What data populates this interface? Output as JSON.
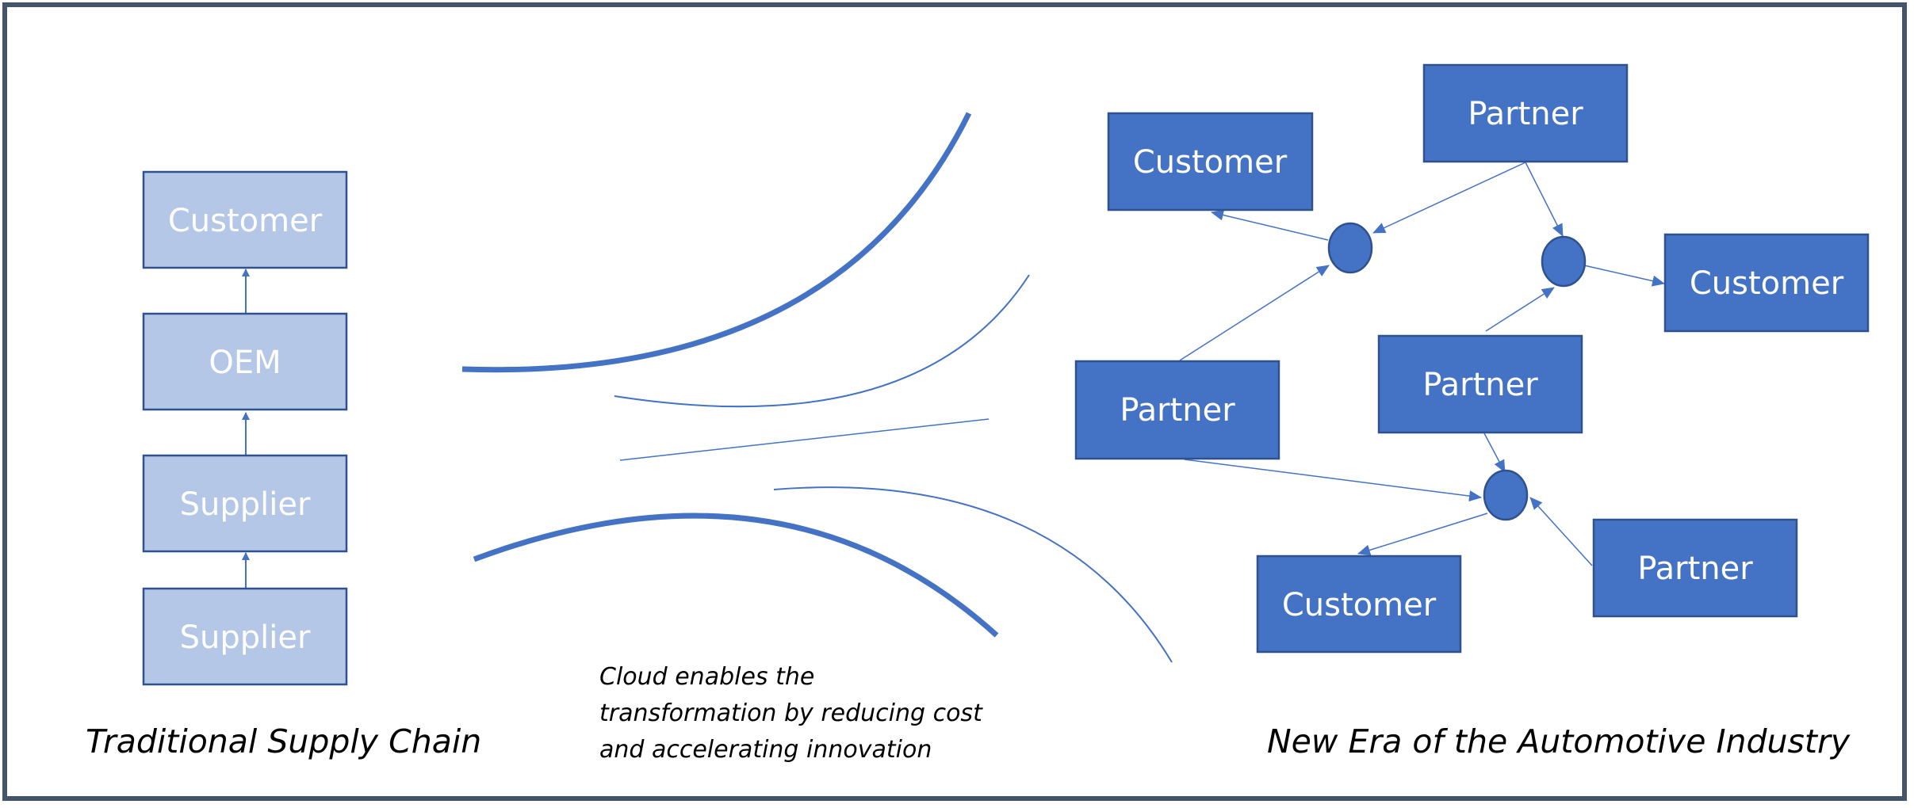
{
  "colors": {
    "traditional_fill": "#b4c7e7",
    "node_fill": "#4472c4",
    "node_border": "#2f528f",
    "line": "#4472c4",
    "frame": "#44546a",
    "light_text": "#ffffff"
  },
  "traditional": {
    "caption": "Traditional Supply Chain",
    "boxes": [
      "Customer",
      "OEM",
      "Supplier",
      "Supplier"
    ]
  },
  "middle": {
    "caption_lines": [
      "Cloud enables the",
      "transformation by reducing cost",
      "and accelerating innovation"
    ]
  },
  "new_era": {
    "caption": "New Era of the Automotive Industry",
    "boxes": [
      {
        "id": "cust-1",
        "label": "Customer"
      },
      {
        "id": "partner-1",
        "label": "Partner"
      },
      {
        "id": "cust-2",
        "label": "Customer"
      },
      {
        "id": "partner-2",
        "label": "Partner"
      },
      {
        "id": "partner-3",
        "label": "Partner"
      },
      {
        "id": "cust-3",
        "label": "Customer"
      },
      {
        "id": "partner-4",
        "label": "Partner"
      }
    ]
  }
}
